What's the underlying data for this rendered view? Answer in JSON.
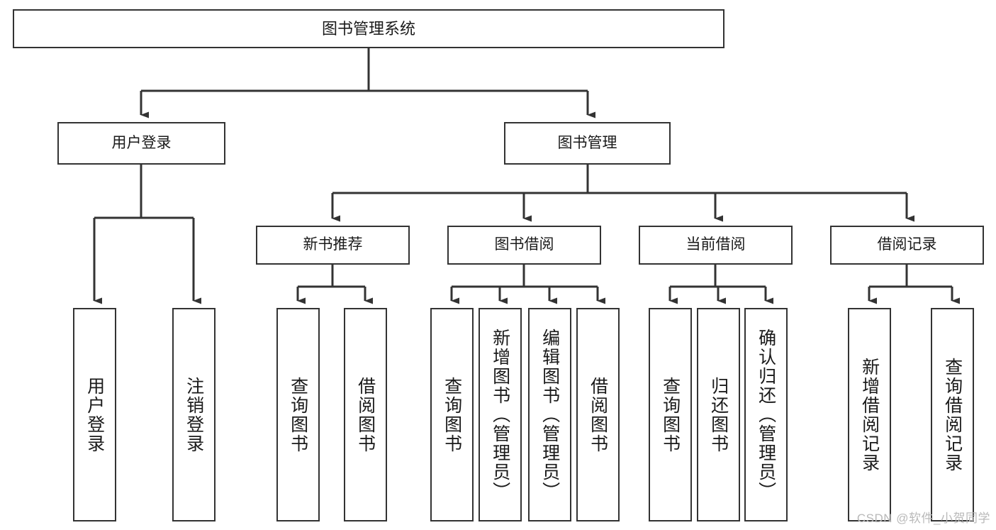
{
  "diagram": {
    "type": "tree-hierarchy-chart",
    "title": "图书管理系统",
    "watermark": "CSDN @软件_小贺同学",
    "colors": {
      "box_border": "#333333",
      "box_fill": "#ffffff",
      "connector": "#333333",
      "text": "#1a1a1a",
      "watermark": "#b9b9b9",
      "background": "#ffffff"
    },
    "nodes": {
      "root": {
        "label": "图书管理系统"
      },
      "level2": [
        {
          "id": "user-login",
          "label": "用户登录"
        },
        {
          "id": "book-manage",
          "label": "图书管理"
        }
      ],
      "level3": [
        {
          "id": "new-book-recommend",
          "label": "新书推荐"
        },
        {
          "id": "book-borrow",
          "label": "图书借阅"
        },
        {
          "id": "current-borrow",
          "label": "当前借阅"
        },
        {
          "id": "borrow-record",
          "label": "借阅记录"
        }
      ],
      "leaves": [
        {
          "id": "leaf-user-login",
          "label": "用户登录",
          "parent": "user-login"
        },
        {
          "id": "leaf-user-logout",
          "label": "注销登录",
          "parent": "user-login"
        },
        {
          "id": "leaf-query-book-1",
          "label": "查询图书",
          "parent": "new-book-recommend"
        },
        {
          "id": "leaf-borrow-book-1",
          "label": "借阅图书",
          "parent": "new-book-recommend"
        },
        {
          "id": "leaf-query-book-2",
          "label": "查询图书",
          "parent": "book-borrow"
        },
        {
          "id": "leaf-add-book",
          "label": "新增图书（管理员）",
          "parent": "book-borrow"
        },
        {
          "id": "leaf-edit-book",
          "label": "编辑图书（管理员）",
          "parent": "book-borrow"
        },
        {
          "id": "leaf-borrow-book-2",
          "label": "借阅图书",
          "parent": "book-borrow"
        },
        {
          "id": "leaf-query-book-3",
          "label": "查询图书",
          "parent": "current-borrow"
        },
        {
          "id": "leaf-return-book",
          "label": "归还图书",
          "parent": "current-borrow"
        },
        {
          "id": "leaf-confirm-return",
          "label": "确认归还（管理员）",
          "parent": "current-borrow"
        },
        {
          "id": "leaf-add-record",
          "label": "新增借阅记录",
          "parent": "borrow-record"
        },
        {
          "id": "leaf-query-record",
          "label": "查询借阅记录",
          "parent": "borrow-record"
        }
      ]
    }
  }
}
